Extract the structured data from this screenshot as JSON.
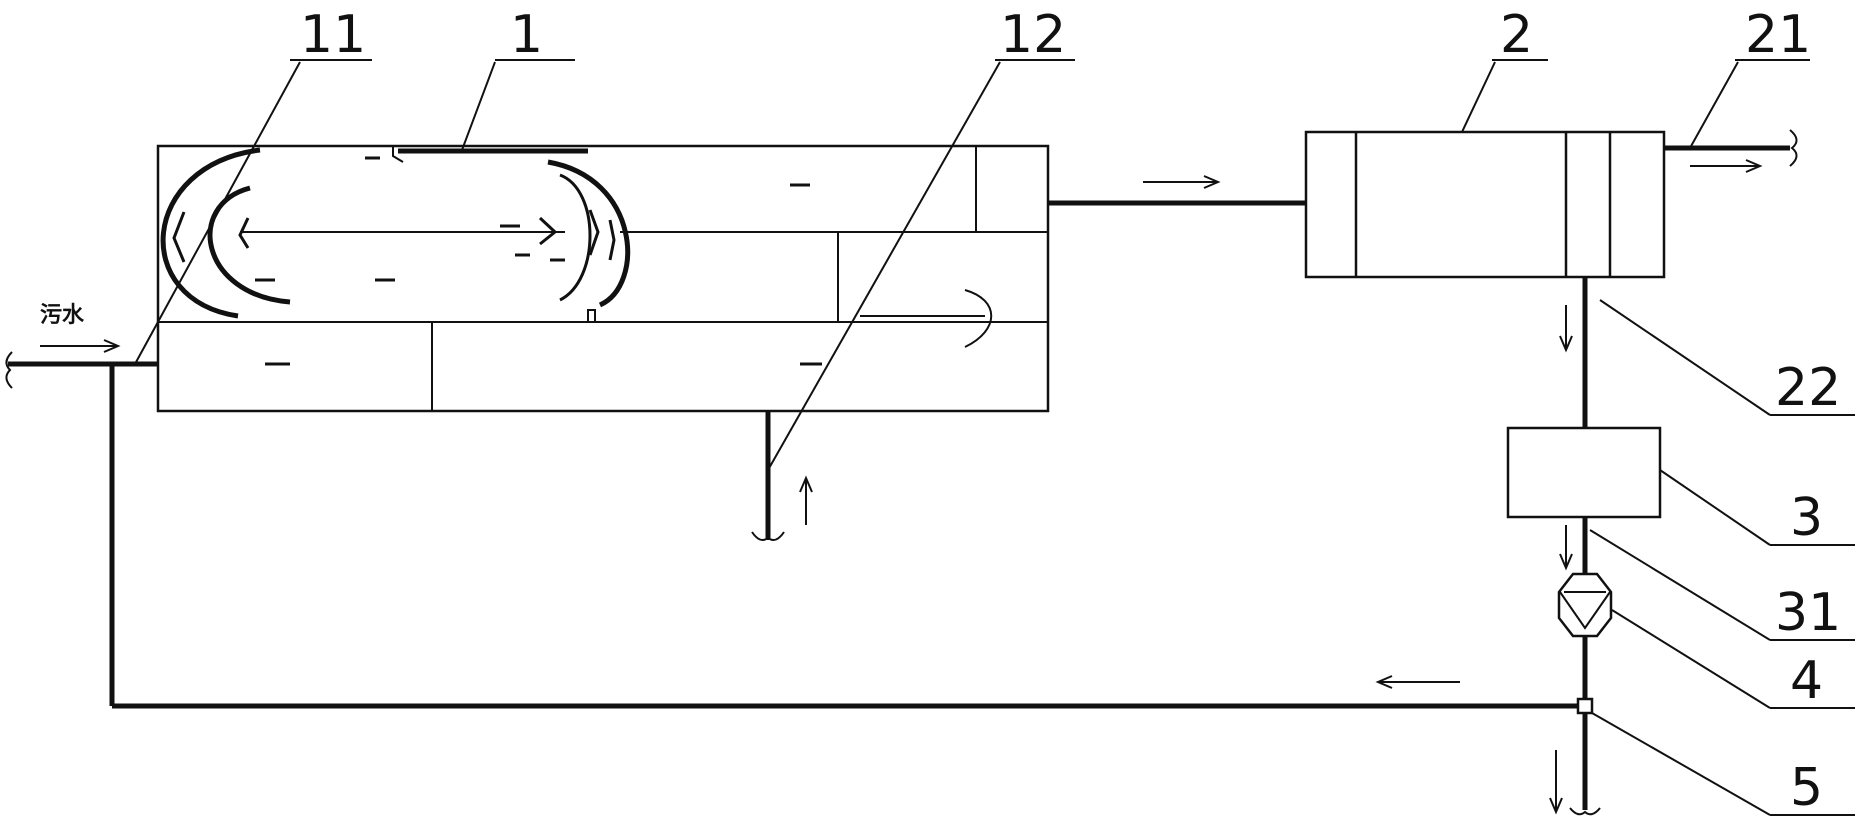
{
  "inlet": {
    "label": "污水"
  },
  "callouts": [
    {
      "id": "11",
      "text": "11"
    },
    {
      "id": "1",
      "text": "1"
    },
    {
      "id": "12",
      "text": "12"
    },
    {
      "id": "2",
      "text": "2"
    },
    {
      "id": "21",
      "text": "21"
    },
    {
      "id": "22",
      "text": "22"
    },
    {
      "id": "3",
      "text": "3"
    },
    {
      "id": "31",
      "text": "31"
    },
    {
      "id": "4",
      "text": "4"
    },
    {
      "id": "5",
      "text": "5"
    }
  ],
  "colors": {
    "line": "#111111",
    "background": "#ffffff"
  }
}
